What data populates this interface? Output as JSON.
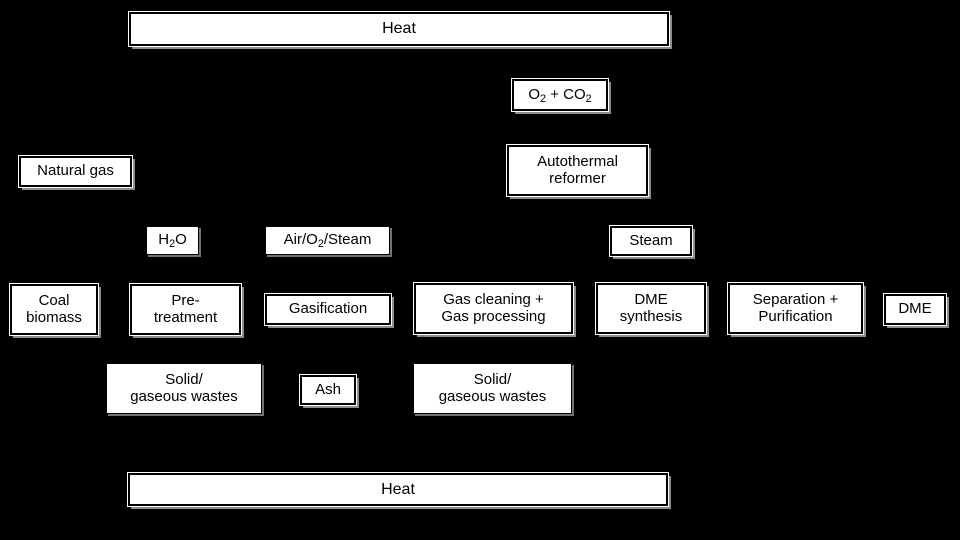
{
  "diagram": {
    "title": "Coal/biomass to DME process block flow diagram",
    "background_color": "#000000",
    "box_fill_color": "#ffffff",
    "box_border_color": "#000000",
    "nodes": {
      "heat_top": "Heat",
      "heat_bottom": "Heat",
      "o2_co2": "O₂ + CO₂",
      "natural_gas": "Natural gas",
      "autothermal_reformer": "Autothermal\nreformer",
      "h2o": "H₂O",
      "air_o2_steam": "Air/O₂/Steam",
      "steam": "Steam",
      "coal_biomass": "Coal\nbiomass",
      "pre_treatment": "Pre-\ntreatment",
      "gasification": "Gasification",
      "gas_cleaning": "Gas cleaning +\nGas processing",
      "dme_synthesis": "DME\nsynthesis",
      "separation_purification": "Separation +\nPurification",
      "dme": "DME",
      "wastes_left": "Solid/\ngaseous wastes",
      "ash": "Ash",
      "wastes_right": "Solid/\ngaseous wastes"
    }
  }
}
